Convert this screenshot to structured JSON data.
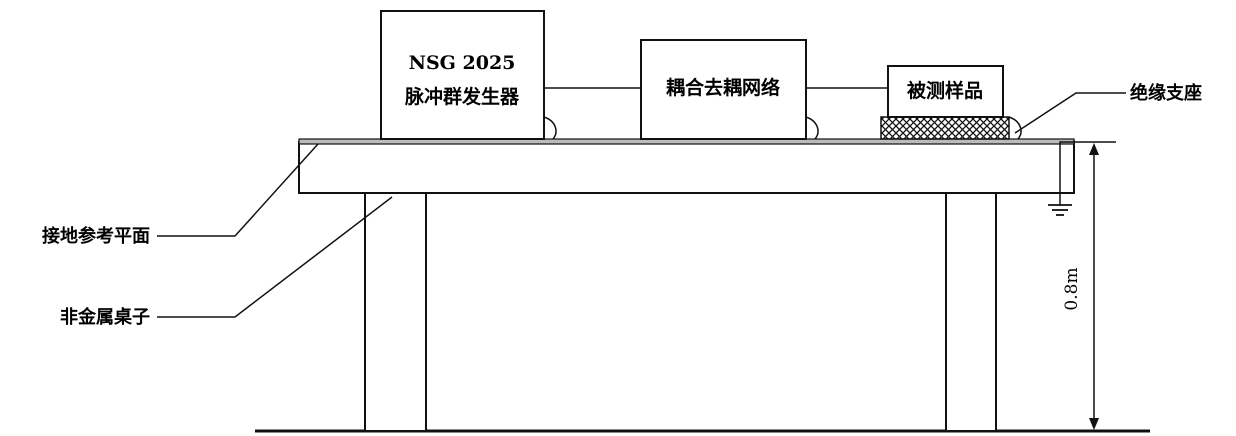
{
  "generator": {
    "line1": "NSG 2025",
    "line2": "脉冲群发生器"
  },
  "coupling_network": {
    "label": "耦合去耦网络"
  },
  "eut": {
    "label": "被测样品"
  },
  "labels": {
    "insulated_support": "绝缘支座",
    "ground_reference_plane": "接地参考平面",
    "non_metal_table": "非金属桌子",
    "height": "0.8m"
  }
}
